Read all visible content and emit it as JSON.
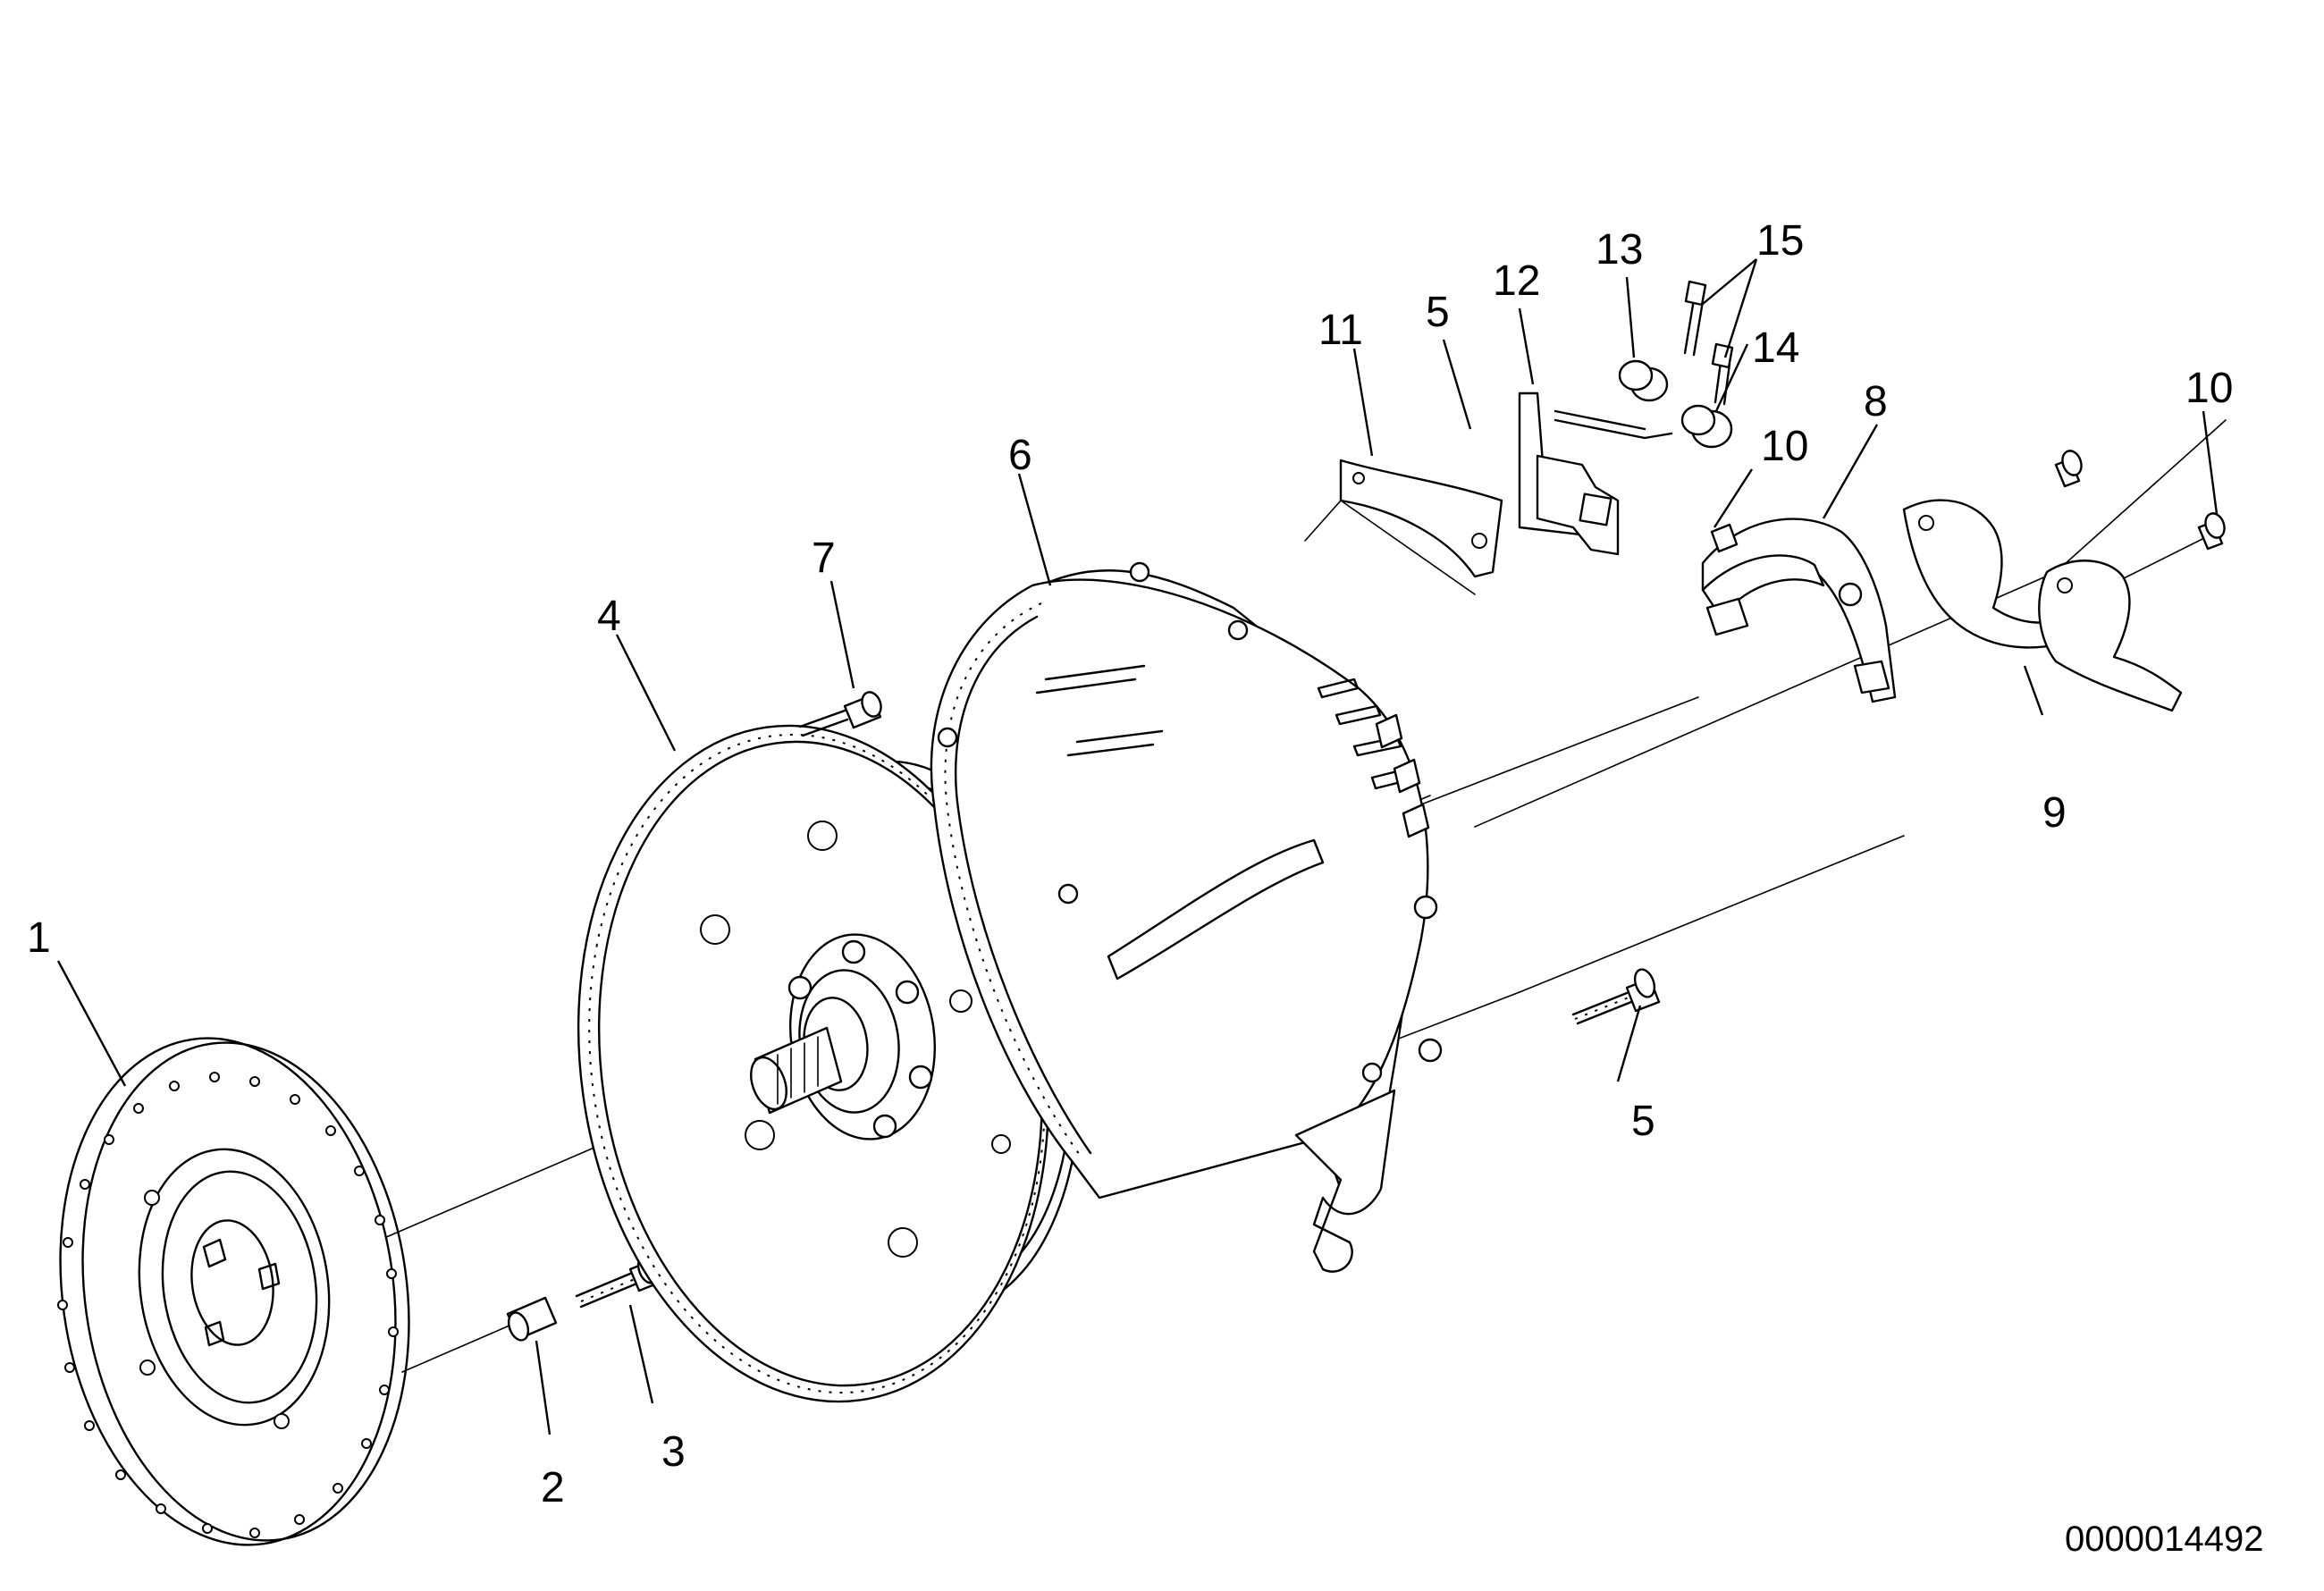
{
  "callouts": {
    "c1": "1",
    "c2": "2",
    "c3": "3",
    "c4": "4",
    "c5a": "5",
    "c5b": "5",
    "c6": "6",
    "c7": "7",
    "c8": "8",
    "c9": "9",
    "c10a": "10",
    "c10b": "10",
    "c11": "11",
    "c12": "12",
    "c13": "13",
    "c14": "14",
    "c15": "15"
  },
  "document_number": "0000014492"
}
